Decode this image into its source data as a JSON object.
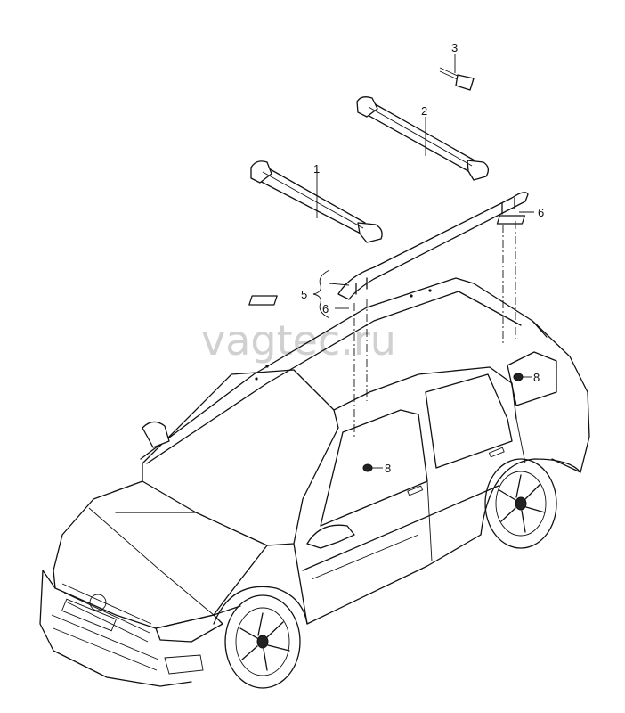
{
  "watermark": "vagtec.ru",
  "callouts": {
    "c1": "1",
    "c2": "2",
    "c3": "3",
    "c5": "5",
    "c6a": "6",
    "c6b": "6",
    "c8a": "8",
    "c8b": "8"
  }
}
